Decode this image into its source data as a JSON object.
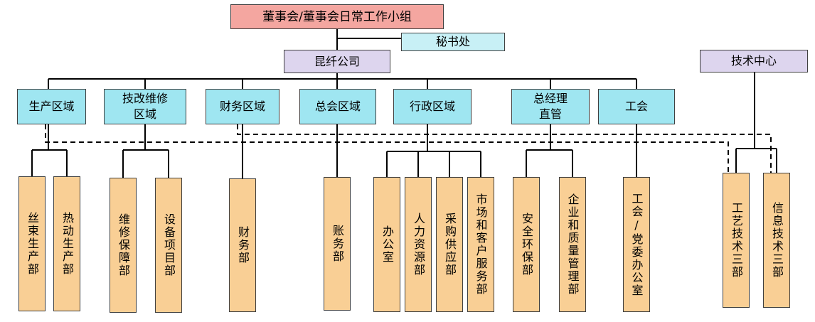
{
  "top": "董事会/董事会日常工作小组",
  "secretary": "秘书处",
  "company": "昆纤公司",
  "tech_center": "技术中心",
  "regions": {
    "production": "生产区域",
    "tech_maint_l1": "技改维修",
    "tech_maint_l2": "区域",
    "finance": "财务区域",
    "general": "总会区域",
    "admin": "行政区域",
    "gm_l1": "总经理",
    "gm_l2": "直管",
    "union": "工会"
  },
  "departments": {
    "silk": "丝束生产部",
    "thermal": "热动生产部",
    "maintenance": "维修保障部",
    "equipment": "设备项目部",
    "finance_dept": "财务部",
    "accounts": "账务部",
    "office": "办公室",
    "hr": "人力资源部",
    "procurement": "采购供应部",
    "market": "市场和客户服务部",
    "safety": "安全环保部",
    "quality": "企业和质量管理部",
    "union_office": "工会/党委办公室",
    "craft3": "工艺技术三部",
    "info3": "信息技术三部"
  }
}
